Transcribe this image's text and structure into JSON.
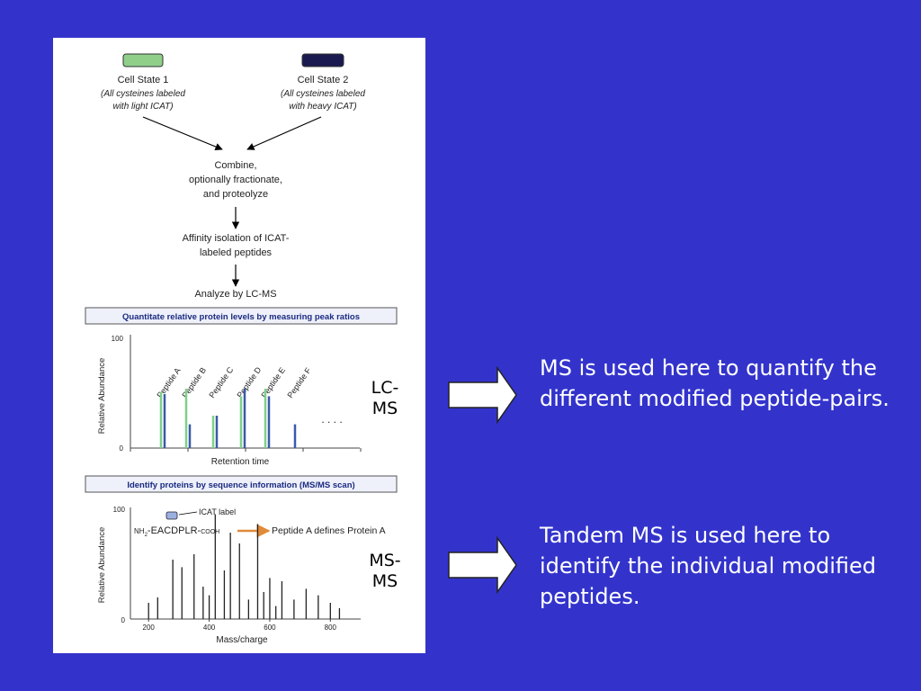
{
  "figure": {
    "cell_state_1": {
      "title": "Cell State 1",
      "line1": "(All cysteines labeled",
      "line2": "with light ICAT)"
    },
    "cell_state_2": {
      "title": "Cell State 2",
      "line1": "(All cysteines labeled",
      "line2": "with heavy ICAT)"
    },
    "step_combine": [
      "Combine,",
      "optionally fractionate,",
      "and proteolyze"
    ],
    "step_affinity": [
      "Affinity isolation of ICAT-",
      "labeled peptides"
    ],
    "step_analyze": "Analyze by LC-MS",
    "banner_quant": "Quantitate relative protein levels by measuring peak ratios",
    "banner_identify": "Identify proteins by sequence information (MS/MS scan)",
    "colors": {
      "light": "#8fcf8a",
      "heavy": "#1a1a50",
      "light_peak": "#7fd08a",
      "heavy_peak": "#3a5aa8",
      "banner_text": "#1a2a80",
      "arrow_orange": "#e08a3a"
    }
  },
  "chart_data": [
    {
      "type": "bar",
      "xlabel": "Retention time",
      "ylabel": "Relative Abundance",
      "ylim": [
        0,
        100
      ],
      "y_ticks": [
        "100",
        "0"
      ],
      "categories": [
        "Peptide A",
        "Peptide B",
        "Peptide C",
        "Peptide D",
        "Peptide E",
        "Peptide F"
      ],
      "series": [
        {
          "name": "light",
          "values": [
            52,
            55,
            30,
            48,
            55,
            0
          ]
        },
        {
          "name": "heavy",
          "values": [
            50,
            22,
            30,
            55,
            48,
            22
          ]
        }
      ],
      "annotation": ". . . ."
    },
    {
      "type": "bar",
      "xlabel": "Mass/charge",
      "ylabel": "Relative Abundance",
      "ylim": [
        0,
        100
      ],
      "y_ticks": [
        "100",
        "0"
      ],
      "x_ticks": [
        "200",
        "400",
        "600",
        "800"
      ],
      "xlim": [
        140,
        900
      ],
      "x": [
        200,
        230,
        280,
        310,
        350,
        380,
        400,
        420,
        450,
        470,
        500,
        530,
        560,
        580,
        600,
        620,
        640,
        680,
        720,
        760,
        800,
        830
      ],
      "values": [
        15,
        20,
        55,
        48,
        60,
        30,
        22,
        97,
        45,
        80,
        70,
        18,
        88,
        25,
        38,
        12,
        35,
        18,
        28,
        22,
        15,
        10
      ],
      "annotations": {
        "icat_label": "ICAT label",
        "sequence_prefix": "NH",
        "sequence_sub": "2",
        "sequence_main": "-EACDPLR-",
        "sequence_suffix": "COOH",
        "result": "Peptide A defines Protein A"
      }
    }
  ],
  "labels": {
    "lcms": [
      "LC-",
      "MS"
    ],
    "msms": [
      "MS-",
      "MS"
    ]
  },
  "notes": {
    "lcms": "MS is used here to quantify the different modified peptide-pairs.",
    "msms": "Tandem MS is used here to identify the individual modified peptides."
  },
  "colors": {
    "background": "#3333cc",
    "text": "#ffffff"
  }
}
